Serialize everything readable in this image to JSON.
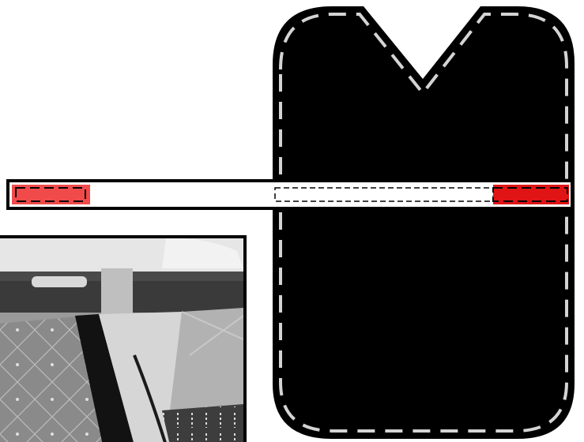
{
  "colors": {
    "pocket_fill": "#000000",
    "stitch": "#d4d4d4",
    "strip_fill": "#ffffff",
    "strip_outline": "#000000",
    "tab_left": "#f04a4a",
    "tab_right": "#e01414",
    "dashed_guide": "#000000",
    "photo_tone": "#7a7a7a"
  },
  "shapes": {
    "pocket": "pocket-shape-with-v-notch",
    "strip": "binding-strip",
    "photo": "sewing-machine-photo"
  }
}
